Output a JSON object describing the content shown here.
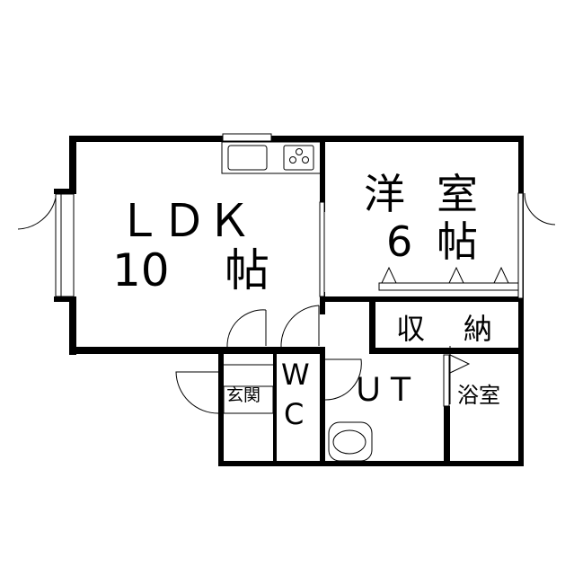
{
  "rooms": {
    "ldk": {
      "name": "ＬＤＫ",
      "size_num": "10",
      "size_unit": "帖"
    },
    "western": {
      "name_1": "洋",
      "name_2": "室",
      "size_num": "6",
      "size_unit": "帖"
    },
    "storage": {
      "name_1": "収",
      "name_2": "納"
    },
    "entrance": {
      "name": "玄関"
    },
    "wc": {
      "name_1": "W",
      "name_2": "C"
    },
    "utility": {
      "name": "ＵＴ"
    },
    "bath": {
      "name": "浴室"
    }
  }
}
